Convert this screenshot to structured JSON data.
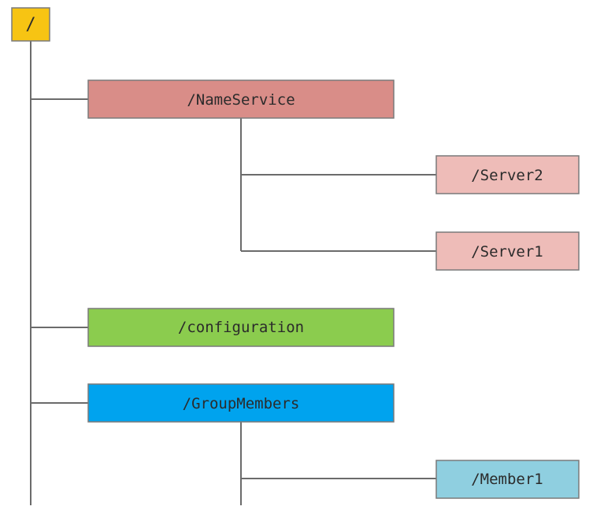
{
  "colors": {
    "root": "#f7c413",
    "nameservice": "#d98d88",
    "server": "#eebcb8",
    "configuration": "#8bcc4e",
    "groupmembers": "#00a3ee",
    "member": "#8fcfe0",
    "connector": "#6b6b6b"
  },
  "tree": {
    "root": {
      "label": "/",
      "icon": "folder-node"
    },
    "nodes": [
      {
        "id": "nameservice",
        "label": "/NameService",
        "colorKey": "nameservice"
      },
      {
        "id": "server2",
        "label": "/Server2",
        "colorKey": "server"
      },
      {
        "id": "server1",
        "label": "/Server1",
        "colorKey": "server"
      },
      {
        "id": "configuration",
        "label": "/configuration",
        "colorKey": "configuration"
      },
      {
        "id": "groupmembers",
        "label": "/GroupMembers",
        "colorKey": "groupmembers"
      },
      {
        "id": "member1",
        "label": "/Member1",
        "colorKey": "member"
      }
    ]
  }
}
